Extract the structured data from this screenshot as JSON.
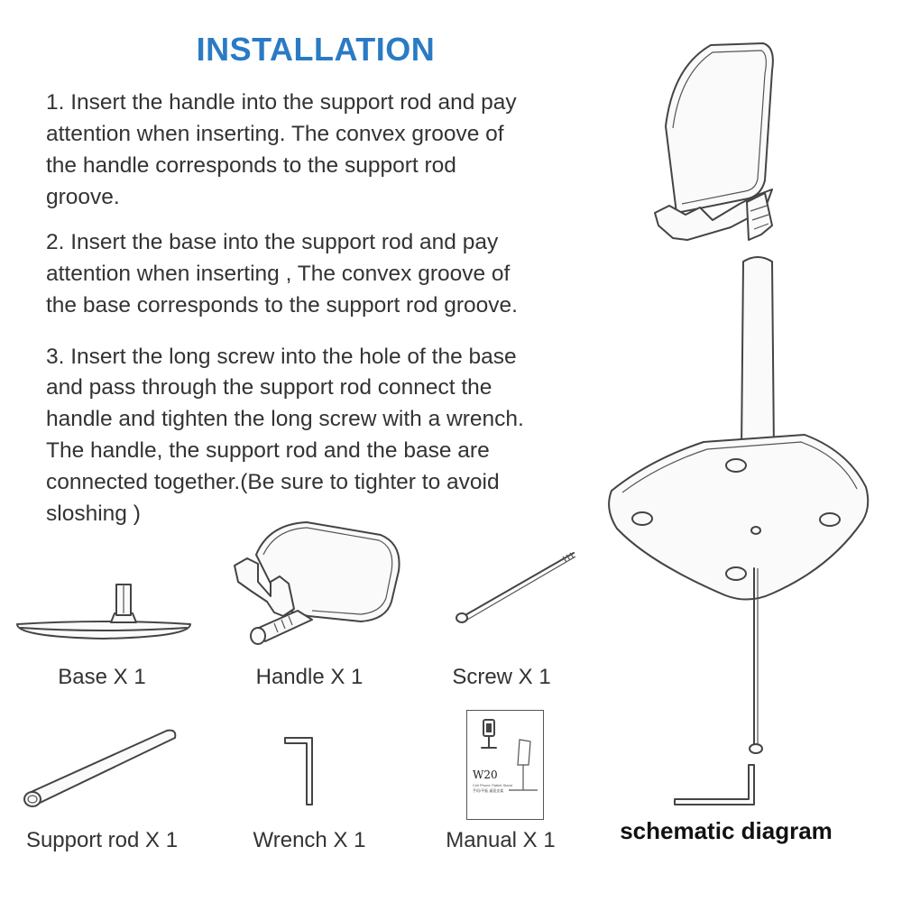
{
  "title": "INSTALLATION",
  "steps": [
    {
      "lines": [
        "1.  Insert the handle into the support rod and pay",
        "attention when inserting. The convex groove of",
        "the handle corresponds to the support rod",
        "groove."
      ]
    },
    {
      "lines": [
        "2.  Insert the base into the support rod and pay",
        "attention when inserting , The convex groove of",
        "the base corresponds to  the support rod groove."
      ]
    },
    {
      "lines": [
        "3.  Insert the long screw into the hole of the base",
        "and pass through the support rod connect the",
        "handle and tighten the long screw with a wrench.",
        "The handle, the support rod and the base are",
        "connected together.(Be sure to tighter to avoid",
        "sloshing )"
      ]
    }
  ],
  "parts": [
    {
      "label": "Base X 1",
      "icon": "base-icon"
    },
    {
      "label": "Handle X 1",
      "icon": "handle-icon"
    },
    {
      "label": "Screw X 1",
      "icon": "screw-icon"
    },
    {
      "label": "Support rod X 1",
      "icon": "support-rod-icon"
    },
    {
      "label": "Wrench X 1",
      "icon": "wrench-icon"
    },
    {
      "label": "Manual X 1",
      "icon": "manual-icon"
    }
  ],
  "manual": {
    "model": "W20",
    "subtitle": "Cell Phone /Tablet Stand",
    "subtitle_cn": "手机/平板 桌面支架"
  },
  "schematic_label": "schematic diagram"
}
